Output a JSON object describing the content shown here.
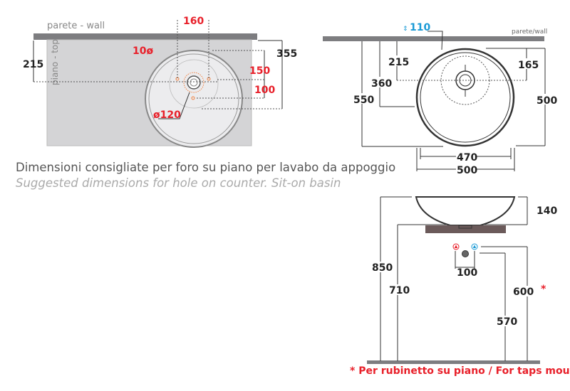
{
  "caption": {
    "italian": "Dimensioni consigliate per foro su piano per lavabo da appoggio",
    "english": "Suggested dimensions for hole on counter. Sit-on basin"
  },
  "top_left_view": {
    "wall_label": "parete - wall",
    "top_label": "piano - top",
    "dims": {
      "d215": "215",
      "d10": "10ø",
      "d160": "160",
      "d355": "355",
      "d150": "150",
      "d100": "100",
      "d120": "ø120"
    }
  },
  "top_right_view": {
    "wall_label": "parete/wall",
    "dims": {
      "d110": "110",
      "d215": "215",
      "d360": "360",
      "d550": "550",
      "d165": "165",
      "d500v": "500",
      "d470": "470",
      "d500h": "500"
    }
  },
  "side_view": {
    "dims": {
      "d140": "140",
      "d850": "850",
      "d710": "710",
      "d600": "600",
      "asterisk": "*",
      "d570": "570",
      "d100": "100"
    },
    "footnote": "* Per rubinetto su piano / For taps mounted on counter top"
  },
  "colors": {
    "red": "#e8202a",
    "blue": "#1a9ad6",
    "wall": "#7d7d80",
    "counter": "#d4d4d6",
    "slab": "#6b5a5a"
  }
}
